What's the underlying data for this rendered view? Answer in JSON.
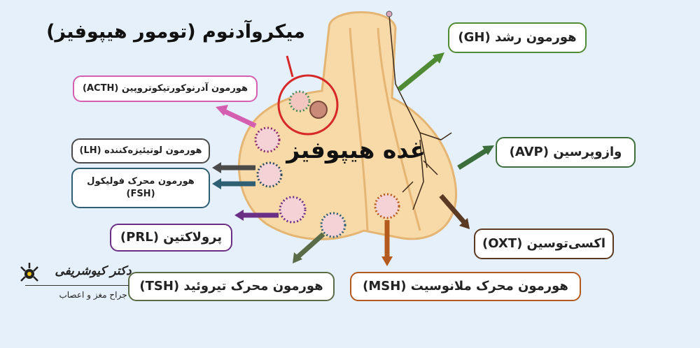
{
  "gland_title": "غده هیپوفیز",
  "microadenoma_title": "میکروآدنوم (تومور هیپوفیز)",
  "hormones": {
    "acth": "هورمون آدرنوکورتیکوتروپین (ACTH)",
    "lh": "هورمون لوتیئیزه‌کننده (LH)",
    "fsh_line1": "هورمون محرک فولیکول",
    "fsh_line2": "(FSH)",
    "prl": "پرولاکتین (PRL)",
    "tsh": "هورمون محرک تیروئید (TSH)",
    "msh": "هورمون محرک ملانوسیت (MSH)",
    "oxt": "اکسی‌توسین (OXT)",
    "avp": "وازوپرسین (AVP)",
    "gh": "هورمون رشد (GH)"
  },
  "signature": {
    "name": "دکتر کیوشریفی",
    "subtitle": "جراح مغز و اعصاب"
  },
  "colors": {
    "acth": "#d45fb0",
    "lh": "#4a4a4a",
    "fsh": "#2e5f73",
    "prl": "#6c2f86",
    "tsh": "#5a6b48",
    "msh": "#b45a1e",
    "oxt": "#5a3a22",
    "avp": "#3c6e3c",
    "gh": "#4f8a34",
    "gland": "#f8d9a8",
    "microadenoma_ring": "#d62828"
  }
}
